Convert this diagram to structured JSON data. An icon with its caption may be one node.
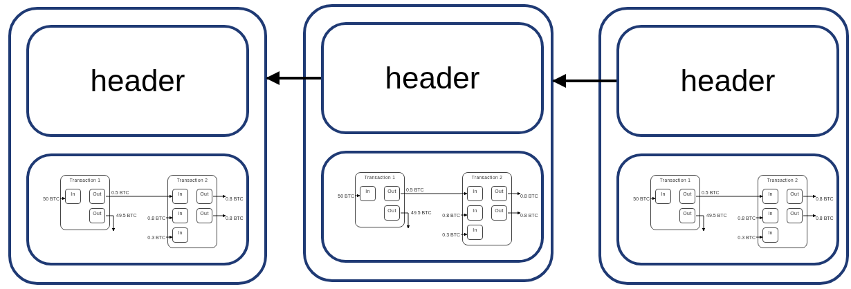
{
  "diagram": {
    "nodes": [
      {
        "text": [],
        "shape": "box"
      },
      {
        "text": [
          "header"
        ],
        "in": 0
      },
      {
        "text": [],
        "shape": "box",
        "in": 0
      },
      {
        "text": [
          "50 BTC"
        ],
        "in": 2
      },
      {
        "text": [
          "Transaction 1"
        ],
        "in": 2
      },
      {
        "text": [
          "In"
        ],
        "in": 4
      },
      {
        "text": [
          "Out"
        ],
        "in": 4
      },
      {
        "text": [
          "Out"
        ],
        "in": 4
      },
      {
        "text": [
          "0.8 BTC"
        ],
        "in": 2
      },
      {
        "text": [
          "0.3 BTC"
        ],
        "in": 2
      },
      {
        "text": [
          "Transaction 2"
        ],
        "in": 2
      },
      {
        "text": [
          "In"
        ],
        "in": 10
      },
      {
        "text": [
          "In"
        ],
        "in": 10
      },
      {
        "text": [
          "In"
        ],
        "in": 10
      },
      {
        "text": [
          "Out"
        ],
        "in": 10
      },
      {
        "text": [
          "Out"
        ],
        "in": 10
      },
      {
        "text": [
          "0.8 BTC"
        ],
        "in": 2
      },
      {
        "text": [
          "0.8 BTC"
        ],
        "in": 2
      },
      {
        "text": [],
        "shape": "box"
      },
      {
        "text": [
          "header"
        ],
        "in": 18
      },
      {
        "text": [],
        "shape": "box",
        "in": 18
      },
      {
        "text": [
          "50 BTC"
        ],
        "in": 20
      },
      {
        "text": [
          "Transaction 1"
        ],
        "in": 20
      },
      {
        "text": [
          "In"
        ],
        "in": 22
      },
      {
        "text": [
          "Out"
        ],
        "in": 22
      },
      {
        "text": [
          "Out"
        ],
        "in": 22
      },
      {
        "text": [
          "0.8 BTC"
        ],
        "in": 20
      },
      {
        "text": [
          "0.3 BTC"
        ],
        "in": 20
      },
      {
        "text": [
          "Transaction 2"
        ],
        "in": 20
      },
      {
        "text": [
          "In"
        ],
        "in": 28
      },
      {
        "text": [
          "In"
        ],
        "in": 28
      },
      {
        "text": [
          "In"
        ],
        "in": 28
      },
      {
        "text": [
          "Out"
        ],
        "in": 28
      },
      {
        "text": [
          "Out"
        ],
        "in": 28
      },
      {
        "text": [
          "0.8 BTC"
        ],
        "in": 20
      },
      {
        "text": [
          "0.8 BTC"
        ],
        "in": 20
      },
      {
        "text": [],
        "shape": "box"
      },
      {
        "text": [
          "header"
        ],
        "in": 36
      },
      {
        "text": [],
        "shape": "box",
        "in": 36
      },
      {
        "text": [
          "50 BTC"
        ],
        "in": 38
      },
      {
        "text": [
          "Transaction 1"
        ],
        "in": 38
      },
      {
        "text": [
          "In"
        ],
        "in": 40
      },
      {
        "text": [
          "Out"
        ],
        "in": 40
      },
      {
        "text": [
          "Out"
        ],
        "in": 40
      },
      {
        "text": [
          "0.8 BTC"
        ],
        "in": 38
      },
      {
        "text": [
          "0.3 BTC"
        ],
        "in": 38
      },
      {
        "text": [
          "Transaction 2"
        ],
        "in": 38
      },
      {
        "text": [
          "In"
        ],
        "in": 46
      },
      {
        "text": [
          "In"
        ],
        "in": 46
      },
      {
        "text": [
          "In"
        ],
        "in": 46
      },
      {
        "text": [
          "Out"
        ],
        "in": 46
      },
      {
        "text": [
          "Out"
        ],
        "in": 46
      },
      {
        "text": [
          "0.8 BTC"
        ],
        "in": 38
      },
      {
        "text": [
          "0.8 BTC"
        ],
        "in": 38
      }
    ],
    "edges": [
      {
        "from": 19,
        "to": 0,
        "arrow": "to",
        "style": "thick"
      },
      {
        "from": 37,
        "to": 18,
        "arrow": "to",
        "style": "thick"
      },
      {
        "from": 3,
        "to": 5,
        "arrow": "to"
      },
      {
        "from": 6,
        "to": 11,
        "arrow": "to",
        "label": "0.5 BTC"
      },
      {
        "from": 7,
        "to": null,
        "arrow": "to",
        "label": "49.5 BTC"
      },
      {
        "from": 8,
        "to": 12,
        "arrow": "to"
      },
      {
        "from": 9,
        "to": 13,
        "arrow": "to"
      },
      {
        "from": 14,
        "to": 16,
        "arrow": "to"
      },
      {
        "from": 15,
        "to": 17,
        "arrow": "to"
      },
      {
        "from": 21,
        "to": 23,
        "arrow": "to"
      },
      {
        "from": 24,
        "to": 29,
        "arrow": "to",
        "label": "0.5 BTC"
      },
      {
        "from": 25,
        "to": null,
        "arrow": "to",
        "label": "49.5 BTC"
      },
      {
        "from": 26,
        "to": 30,
        "arrow": "to"
      },
      {
        "from": 27,
        "to": 31,
        "arrow": "to"
      },
      {
        "from": 32,
        "to": 34,
        "arrow": "to"
      },
      {
        "from": 33,
        "to": 35,
        "arrow": "to"
      },
      {
        "from": 39,
        "to": 41,
        "arrow": "to"
      },
      {
        "from": 42,
        "to": 47,
        "arrow": "to",
        "label": "0.5 BTC"
      },
      {
        "from": 43,
        "to": null,
        "arrow": "to",
        "label": "49.5 BTC"
      },
      {
        "from": 44,
        "to": 48,
        "arrow": "to"
      },
      {
        "from": 45,
        "to": 49,
        "arrow": "to"
      },
      {
        "from": 50,
        "to": 52,
        "arrow": "to"
      },
      {
        "from": 51,
        "to": 53,
        "arrow": "to"
      }
    ]
  }
}
